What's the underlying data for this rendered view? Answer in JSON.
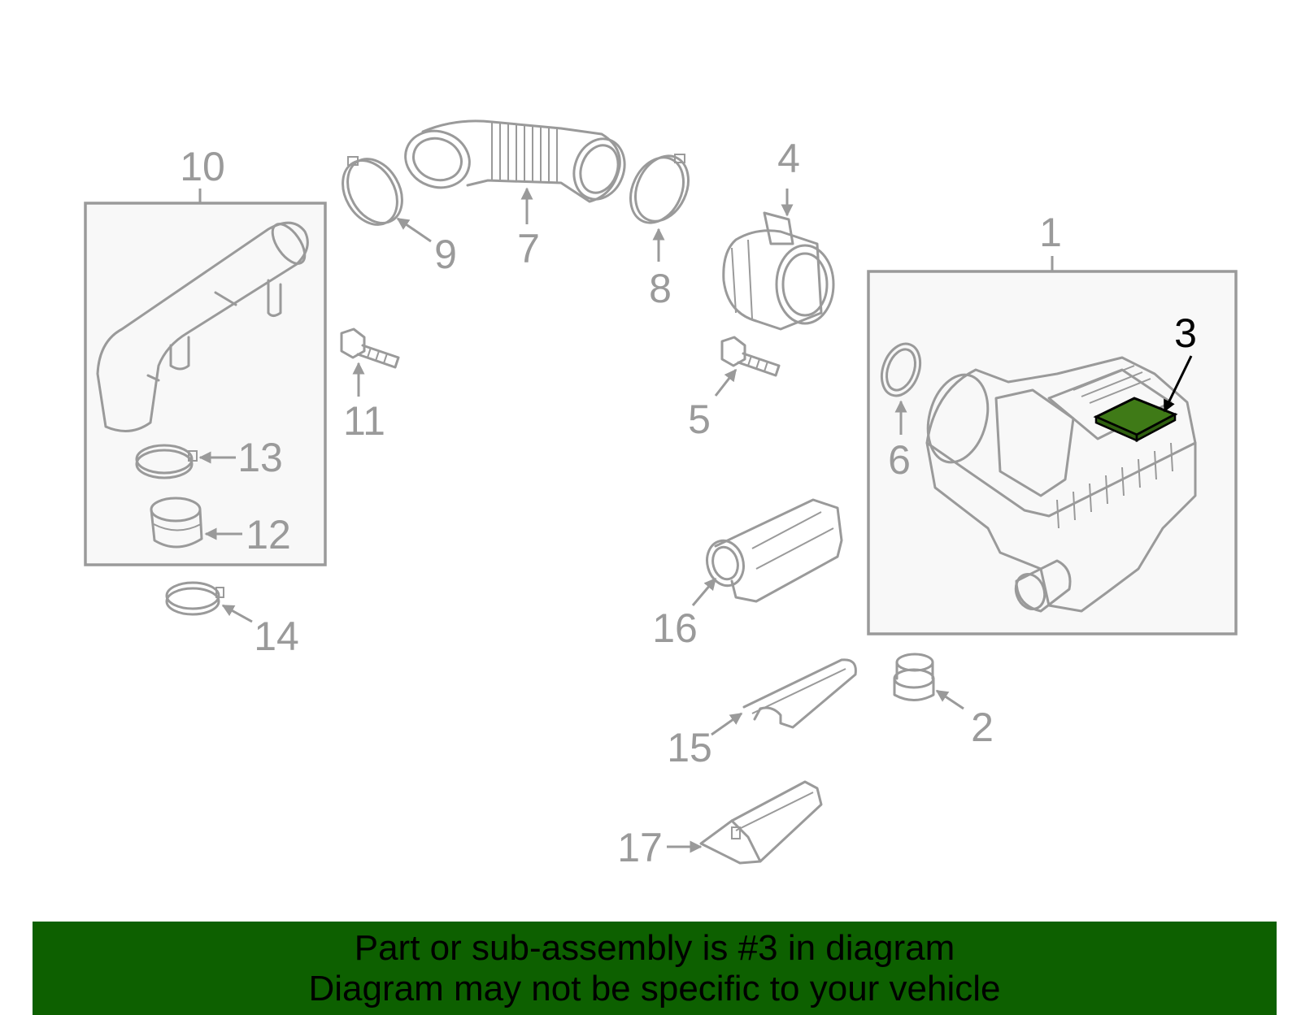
{
  "colors": {
    "part_stroke": "#9a9a9a",
    "highlight_fill": "#3f7a17",
    "banner_bg": "#0d6000"
  },
  "callouts": [
    {
      "id": "1",
      "label": "1"
    },
    {
      "id": "2",
      "label": "2"
    },
    {
      "id": "3",
      "label": "3",
      "highlighted": true
    },
    {
      "id": "4",
      "label": "4"
    },
    {
      "id": "5",
      "label": "5"
    },
    {
      "id": "6",
      "label": "6"
    },
    {
      "id": "7",
      "label": "7"
    },
    {
      "id": "8",
      "label": "8"
    },
    {
      "id": "9",
      "label": "9"
    },
    {
      "id": "10",
      "label": "10"
    },
    {
      "id": "11",
      "label": "11"
    },
    {
      "id": "12",
      "label": "12"
    },
    {
      "id": "13",
      "label": "13"
    },
    {
      "id": "14",
      "label": "14"
    },
    {
      "id": "15",
      "label": "15"
    },
    {
      "id": "16",
      "label": "16"
    },
    {
      "id": "17",
      "label": "17"
    }
  ],
  "banner": {
    "line1": "Part or sub-assembly is #3 in diagram",
    "line2": "Diagram may not be specific to your vehicle"
  }
}
